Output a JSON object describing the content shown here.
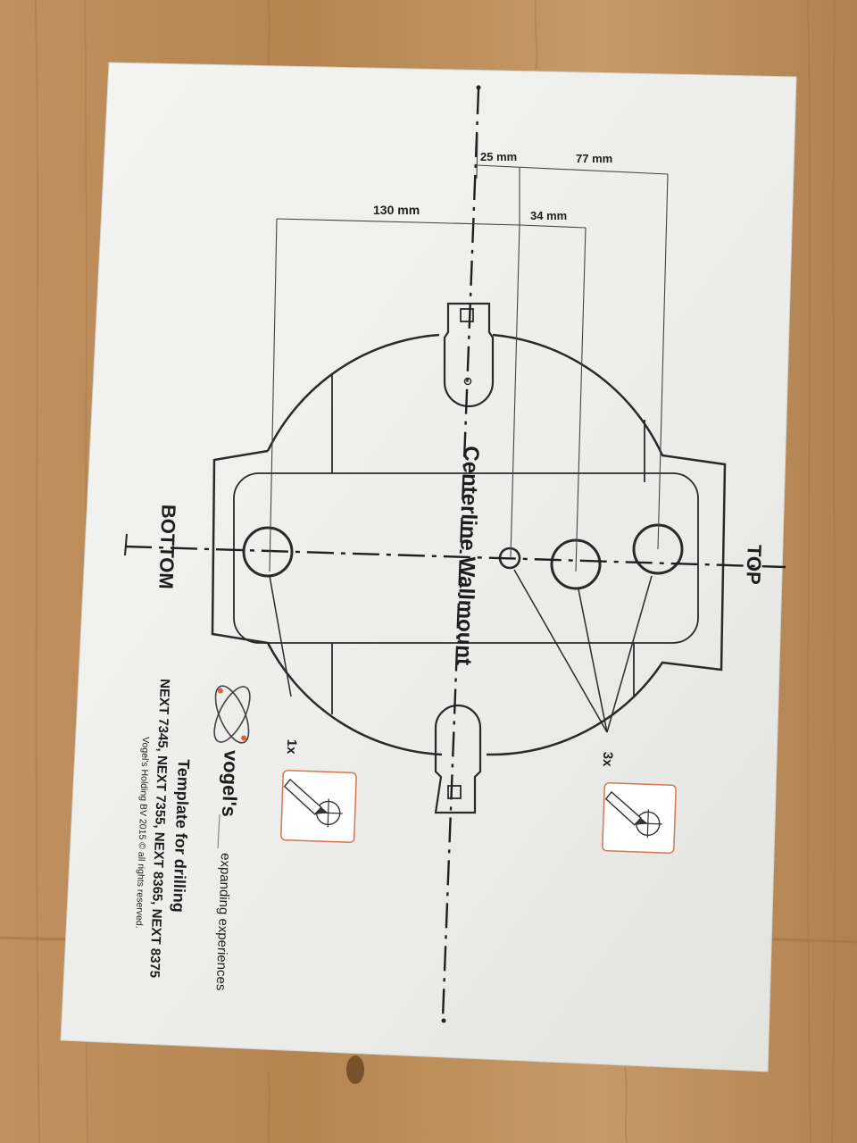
{
  "template": {
    "centerline_label": "Centerline Wallmount",
    "top_label": "TOP",
    "bottom_label": "BOTTOM",
    "count_single": "1x",
    "count_triple": "3x"
  },
  "dimensions": {
    "d130": "130 mm",
    "d25": "25 mm",
    "d34": "34 mm",
    "d77": "77 mm"
  },
  "brand": {
    "logo_text": "vogel's",
    "tagline": "expanding experiences",
    "title": "Template for drilling",
    "models": "NEXT 7345, NEXT 7355, NEXT 8365, NEXT 8375",
    "copyright": "Vogel's Holding BV 2015 © all rights reserved.",
    "accent_color": "#e0623a"
  },
  "icons": [
    "pencil-mark-icon",
    "pencil-mark-icon"
  ]
}
